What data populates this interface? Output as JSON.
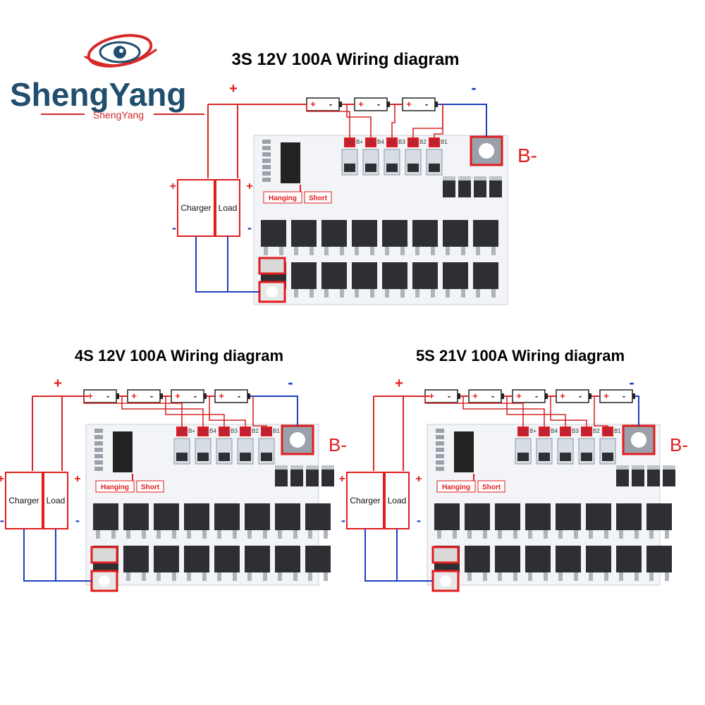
{
  "brand": {
    "name": "ShengYang",
    "subtitle": "ShengYang",
    "colors": {
      "primary": "#1f4e6e",
      "accent": "#d62828"
    }
  },
  "common": {
    "plus": "+",
    "minus": "-",
    "b_minus": "B-",
    "charger": "Charger",
    "load": "Load",
    "hanging": "Hanging",
    "short": "Short",
    "tap_labels": [
      "B+",
      "B4",
      "B3",
      "B2",
      "B1"
    ]
  },
  "diagrams": [
    {
      "title": "3S 12V 100A Wiring diagram"
    },
    {
      "title": "4S 12V 100A Wiring diagram"
    },
    {
      "title": "5S 21V 100A Wiring diagram"
    }
  ],
  "colors": {
    "positive_wire": "#d62828",
    "negative_wire": "#1d3fbf",
    "pcb": "#f2f4f7",
    "mosfet": "#2e2f33",
    "highlight": "#e11d1d"
  }
}
